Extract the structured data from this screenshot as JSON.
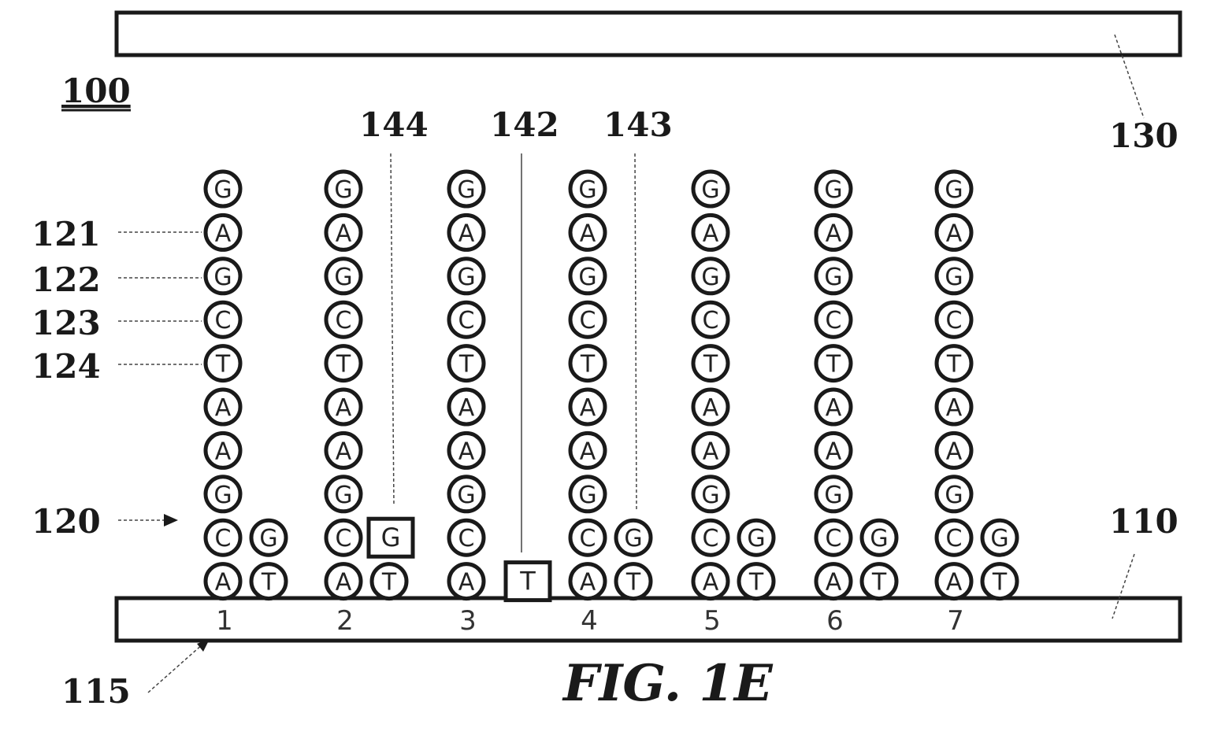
{
  "figure": {
    "caption": "FIG. 1E",
    "device_label": "100",
    "labels": {
      "top_plate": "130",
      "substrate": "110",
      "substrate_surface": "115",
      "strand_arrow": "120",
      "base_121": "121",
      "base_122": "122",
      "base_123": "123",
      "base_124": "124",
      "label_144": "144",
      "label_142": "142",
      "label_143": "143"
    },
    "strand_sequence": [
      "G",
      "A",
      "G",
      "C",
      "T",
      "A",
      "A",
      "G",
      "C",
      "A"
    ],
    "positions": [
      {
        "number": "1",
        "complement": [
          "G",
          "T"
        ],
        "complement_shape": "circle"
      },
      {
        "number": "2",
        "complement": [
          "G",
          "T"
        ],
        "complement_shape": "square-top"
      },
      {
        "number": "3",
        "complement": [
          "T"
        ],
        "complement_shape": "square"
      },
      {
        "number": "4",
        "complement": [
          "G",
          "T"
        ],
        "complement_shape": "circle"
      },
      {
        "number": "5",
        "complement": [
          "G",
          "T"
        ],
        "complement_shape": "circle"
      },
      {
        "number": "6",
        "complement": [
          "G",
          "T"
        ],
        "complement_shape": "circle"
      },
      {
        "number": "7",
        "complement": [
          "G",
          "T"
        ],
        "complement_shape": "circle"
      }
    ]
  }
}
